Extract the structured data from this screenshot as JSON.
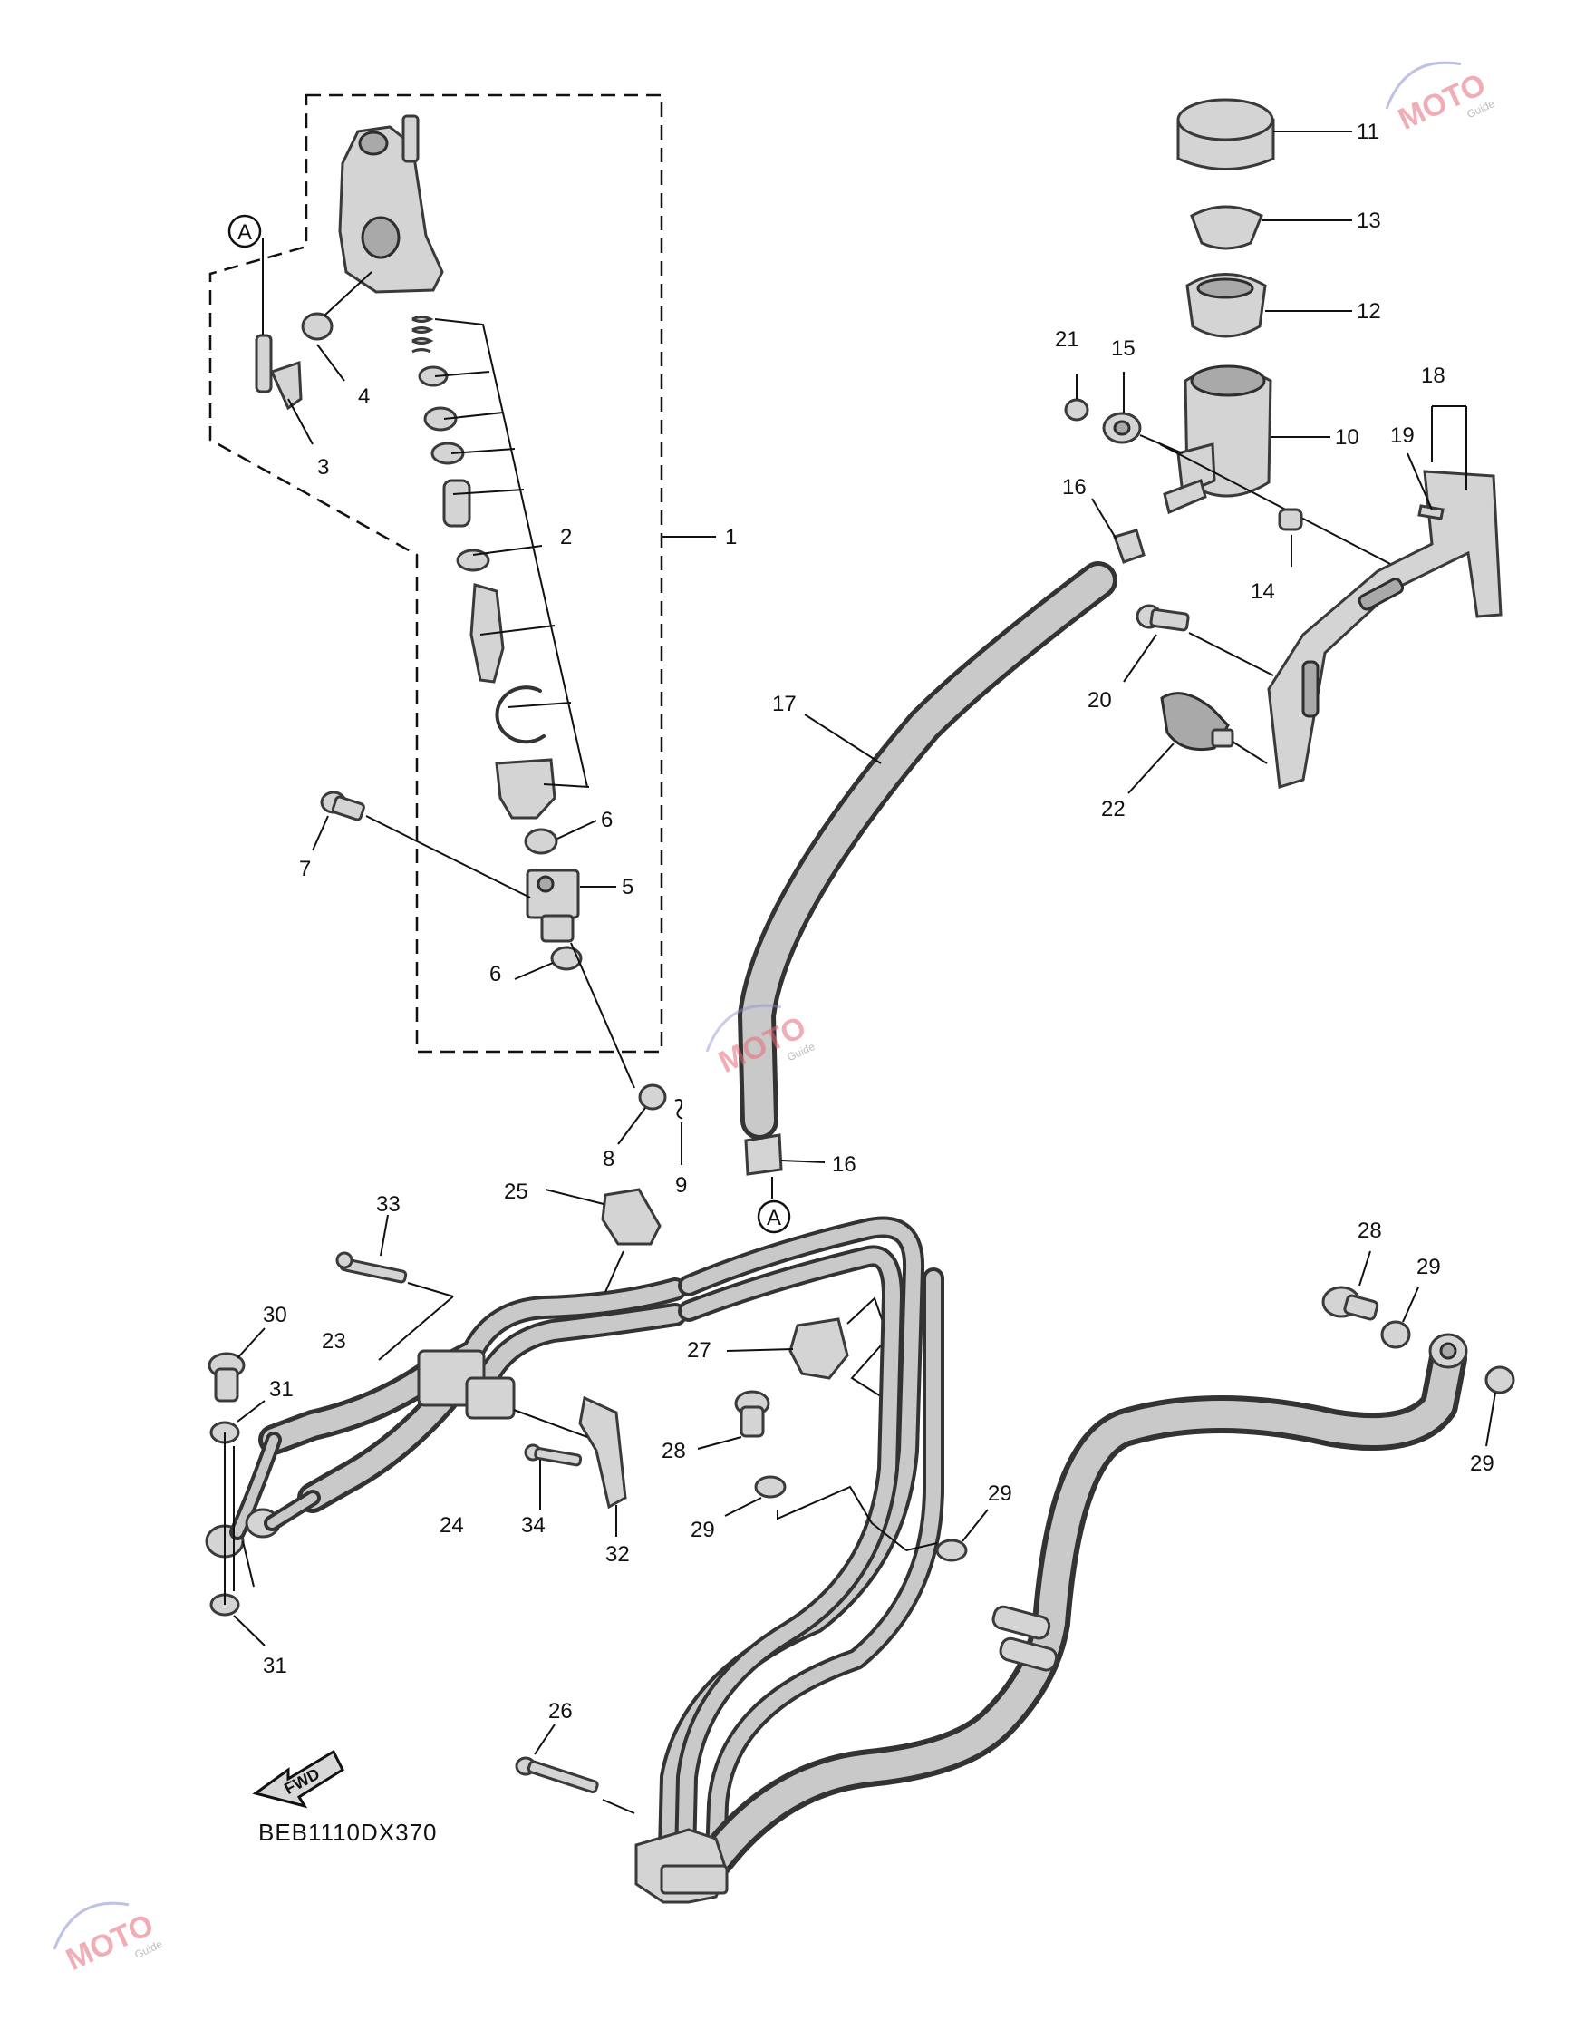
{
  "diagram": {
    "code": "BEB1110DX370",
    "fwd_label": "FWD",
    "ref_marker": "A",
    "callouts": [
      {
        "id": "c1",
        "label": "1"
      },
      {
        "id": "c2",
        "label": "2"
      },
      {
        "id": "c3",
        "label": "3"
      },
      {
        "id": "c4",
        "label": "4"
      },
      {
        "id": "c5",
        "label": "5"
      },
      {
        "id": "c6a",
        "label": "6"
      },
      {
        "id": "c6b",
        "label": "6"
      },
      {
        "id": "c7",
        "label": "7"
      },
      {
        "id": "c8",
        "label": "8"
      },
      {
        "id": "c9",
        "label": "9"
      },
      {
        "id": "c10",
        "label": "10"
      },
      {
        "id": "c11",
        "label": "11"
      },
      {
        "id": "c12",
        "label": "12"
      },
      {
        "id": "c13",
        "label": "13"
      },
      {
        "id": "c14",
        "label": "14"
      },
      {
        "id": "c15",
        "label": "15"
      },
      {
        "id": "c16a",
        "label": "16"
      },
      {
        "id": "c16b",
        "label": "16"
      },
      {
        "id": "c17",
        "label": "17"
      },
      {
        "id": "c18",
        "label": "18"
      },
      {
        "id": "c19",
        "label": "19"
      },
      {
        "id": "c20",
        "label": "20"
      },
      {
        "id": "c21",
        "label": "21"
      },
      {
        "id": "c22",
        "label": "22"
      },
      {
        "id": "c23",
        "label": "23"
      },
      {
        "id": "c24",
        "label": "24"
      },
      {
        "id": "c25",
        "label": "25"
      },
      {
        "id": "c26",
        "label": "26"
      },
      {
        "id": "c27",
        "label": "27"
      },
      {
        "id": "c28a",
        "label": "28"
      },
      {
        "id": "c28b",
        "label": "28"
      },
      {
        "id": "c29a",
        "label": "29"
      },
      {
        "id": "c29b",
        "label": "29"
      },
      {
        "id": "c29c",
        "label": "29"
      },
      {
        "id": "c29d",
        "label": "29"
      },
      {
        "id": "c30",
        "label": "30"
      },
      {
        "id": "c31a",
        "label": "31"
      },
      {
        "id": "c31b",
        "label": "31"
      },
      {
        "id": "c32",
        "label": "32"
      },
      {
        "id": "c33",
        "label": "33"
      },
      {
        "id": "c34",
        "label": "34"
      }
    ]
  },
  "watermark": {
    "brand": "MOTO",
    "sub": "Guide"
  }
}
